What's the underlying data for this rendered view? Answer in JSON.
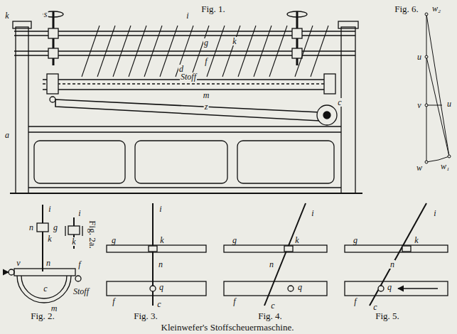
{
  "diagram": {
    "caption": "Kleinwefer's Stoffscheuermaschine.",
    "labels": [
      "Fig. 1.",
      "Fig. 6.",
      "k",
      "s",
      "i",
      "k",
      "g",
      "f",
      "d",
      "Stoff",
      "m",
      "z",
      "c",
      "a",
      "w₂",
      "u",
      "v",
      "u",
      "w₁",
      "w",
      "i",
      "n",
      "g",
      "k",
      "n",
      "v",
      "f",
      "c",
      "m",
      "Stoff",
      "Fig. 2a.",
      "i",
      "k",
      "i",
      "g",
      "k",
      "n",
      "f",
      "q",
      "c",
      "i",
      "g",
      "k",
      "n",
      "f",
      "q",
      "c",
      "i",
      "g",
      "k",
      "n",
      "f",
      "q",
      "c",
      "Fig. 2.",
      "Fig. 3.",
      "Fig. 4.",
      "Fig. 5."
    ]
  }
}
